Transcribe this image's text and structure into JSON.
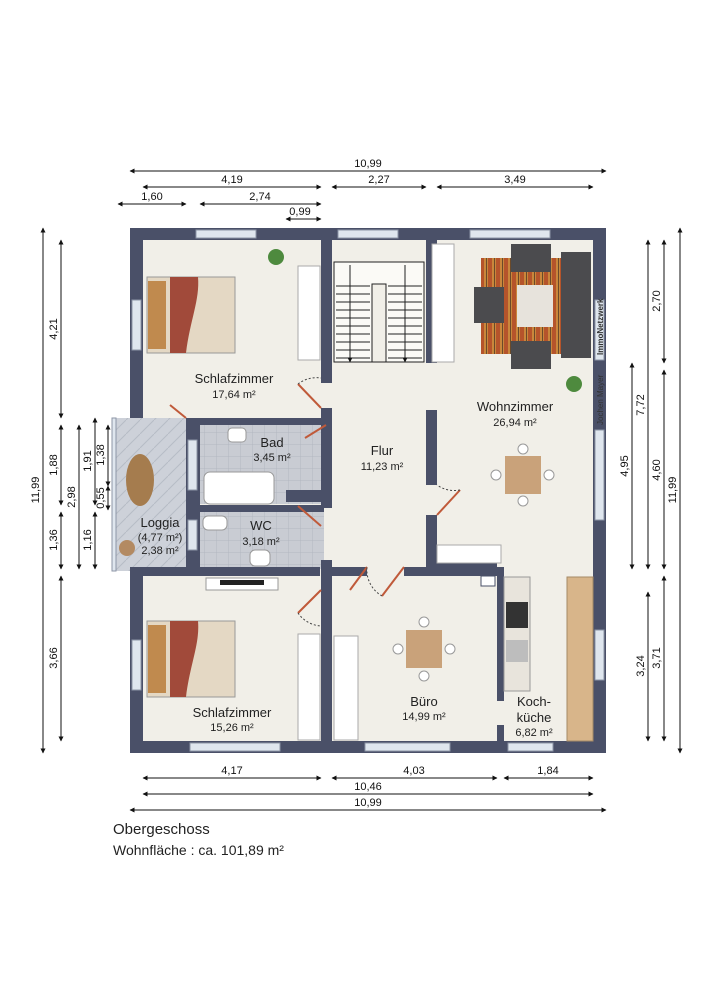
{
  "floor": {
    "title": "Obergeschoss",
    "area_text": "Wohnfläche : ca. 101,89 m²"
  },
  "rooms": {
    "schlaf1": {
      "name": "Schlafzimmer",
      "area": "17,64 m²"
    },
    "bad": {
      "name": "Bad",
      "area": "3,45 m²"
    },
    "wc": {
      "name": "WC",
      "area": "3,18 m²"
    },
    "loggia": {
      "name": "Loggia",
      "area_gross": "(4,77 m²)",
      "area": "2,38 m²"
    },
    "flur": {
      "name": "Flur",
      "area": "11,23 m²"
    },
    "wohn": {
      "name": "Wohnzimmer",
      "area": "26,94 m²"
    },
    "schlaf2": {
      "name": "Schlafzimmer",
      "area": "15,26 m²"
    },
    "buero": {
      "name": "Büro",
      "area": "14,99 m²"
    },
    "kueche": {
      "name1": "Koch-",
      "name2": "küche",
      "area": "6,82 m²"
    }
  },
  "dims": {
    "top_total": "10,99",
    "top_a": "4,19",
    "top_b": "2,27",
    "top_c": "3,49",
    "top_d": "1,60",
    "top_e": "2,74",
    "top_f": "0,99",
    "bottom_a": "4,17",
    "bottom_b": "4,03",
    "bottom_c": "1,84",
    "bottom_total1": "10,46",
    "bottom_total2": "10,99",
    "left_total": "11,99",
    "left_a": "4,21",
    "left_b": "1,88",
    "left_c": "1,36",
    "left_d": "3,66",
    "left_e": "2,98",
    "left_f": "1,91",
    "left_g": "1,16",
    "left_h": "1,38",
    "left_i": "0,55",
    "right_total": "11,99",
    "right_a": "2,70",
    "right_b": "7,72",
    "right_c": "4,95",
    "right_d": "4,60",
    "right_e": "3,24",
    "right_f": "3,71"
  },
  "watermark": {
    "author": "Jochen Mayer",
    "brand": "ImmoNetzwerk"
  },
  "colors": {
    "wall": "#4a5068",
    "floor_light": "#f1efe8",
    "tile": "#c9ccd3",
    "window": "#dfe6ee"
  }
}
